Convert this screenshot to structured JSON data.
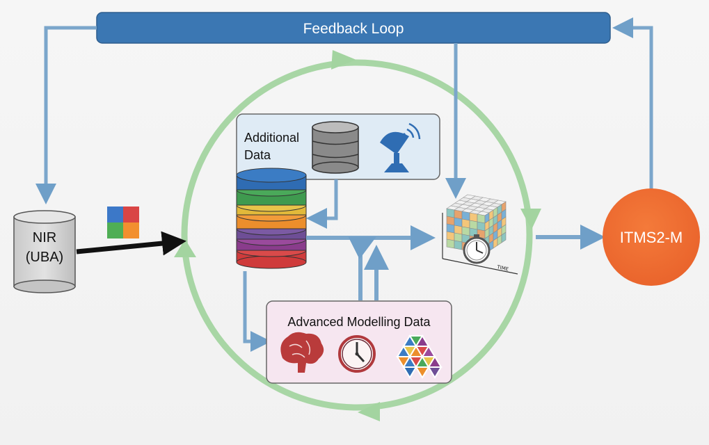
{
  "feedback_loop": {
    "label": "Feedback Loop"
  },
  "nir": {
    "line1": "NIR",
    "line2": "(UBA)"
  },
  "additional_data": {
    "line1": "Additional",
    "line2": "Data"
  },
  "advanced_modelling": {
    "title": "Advanced Modelling Data"
  },
  "itms": {
    "label": "ITMS2-M"
  },
  "data_cube": {
    "time_axis_label": "TIME"
  },
  "icons": {
    "database": "database-icon",
    "satellite": "satellite-dish-icon",
    "brain": "brain-icon",
    "clock": "clock-icon",
    "mosaic": "hexagon-mosaic-icon",
    "grid": "color-grid-icon",
    "cube": "data-cube-icon"
  },
  "colors": {
    "feedback_bar": "#3c78b4",
    "arrow_blue": "#7ba6cb",
    "cycle_green": "#9dd19b",
    "itms_orange": "#ef6b2c",
    "additional_box": "#dfebf5",
    "modelling_box": "#f6e6f0"
  }
}
